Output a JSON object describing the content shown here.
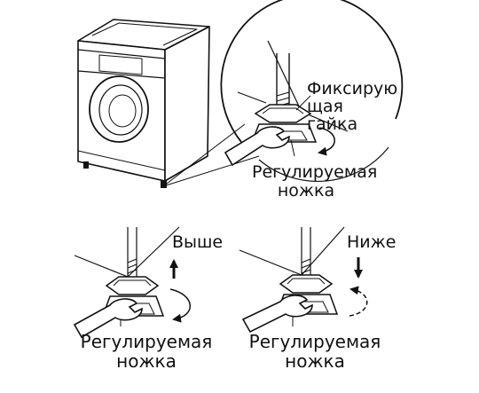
{
  "labels": {
    "locknut_line1": "Фиксирую",
    "locknut_line2": "щая",
    "locknut_line3": "гайка",
    "top_foot_line1": "Регулируемая",
    "top_foot_line2": "ножка",
    "higher": "Выше",
    "lower": "Ниже",
    "left_foot_line1": "Регулируемая",
    "left_foot_line2": "ножка",
    "right_foot_line1": "Регулируемая",
    "right_foot_line2": "ножка"
  },
  "colors": {
    "ink": "#111111",
    "background": "#ffffff"
  }
}
